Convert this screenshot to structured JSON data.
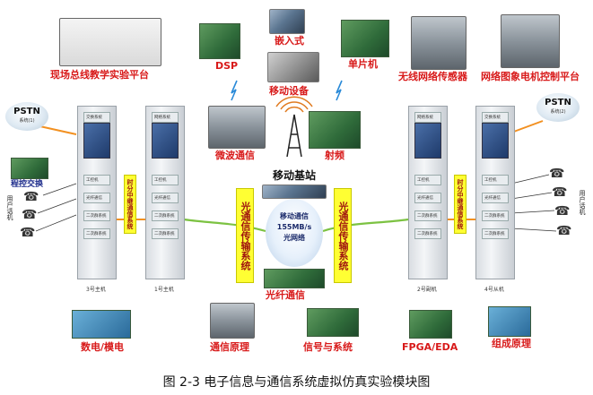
{
  "devices": {
    "fieldbus": "现场总线教学实验平台",
    "dsp": "DSP",
    "embedded": "嵌入式",
    "mcu": "单片机",
    "wireless_sensor": "无线网络传感器",
    "motor_control": "网络图象电机控制平台",
    "mobile_device": "移动设备",
    "microwave": "微波通信",
    "rf": "射频",
    "base_station": "移动基站",
    "fiber_comm": "光纤通信",
    "digital_analog": "数电/模电",
    "comm_principle": "通信原理",
    "signal_system": "信号与系统",
    "fpga": "FPGA/EDA",
    "composition": "组成原理"
  },
  "network": {
    "pstn_left": "PSTN",
    "pstn_left_sub": "系统(1)",
    "pstn_right": "PSTN",
    "pstn_right_sub": "系统(2)",
    "program_switch": "程控交换",
    "user_phone_left": "用户话机",
    "user_phone_right": "用户话机",
    "tdm_trunk_left": "时分中继通信系统",
    "tdm_trunk_right": "时分中继通信系统",
    "optical_left": "光通信传输系统",
    "optical_right": "光通信传输系统",
    "cloud_line1": "移动通信",
    "cloud_line2": "155MB/s",
    "cloud_line3": "光网络"
  },
  "racks": {
    "r1": "3号主机",
    "r2": "1号主机",
    "r3": "2号副机",
    "r4": "4号从机"
  },
  "rack_slots": {
    "a": "交换系统",
    "b": "工控机",
    "c": "光纤通信",
    "d": "二次群系统",
    "e": "二次群系统",
    "f": "网络系统",
    "g": "光纤通信",
    "h": "交换系统"
  },
  "caption": "图 2-3  电子信息与通信系统虚拟仿真实验模块图",
  "colors": {
    "label_red": "#d81a1a",
    "line_orange": "#f29020",
    "line_green": "#7cc242",
    "line_blue": "#2a8ad8",
    "trunk_yellow": "#ffff33"
  }
}
